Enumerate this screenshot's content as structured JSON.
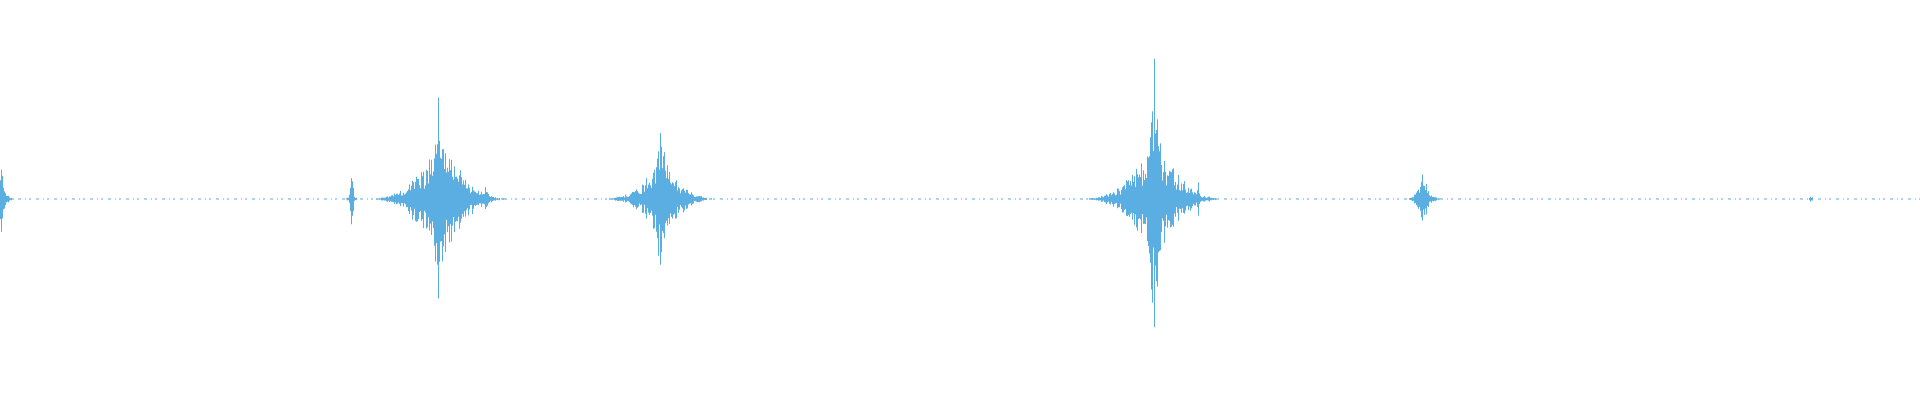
{
  "waveform": {
    "color": "#5aaee2",
    "normalized_amplitude_max": 1.0,
    "baseline_dashed": true,
    "peaks": [
      {
        "t": 0.0,
        "amp": 0.46,
        "spread": 0.004,
        "kind": "edge-burst"
      },
      {
        "t": 0.183,
        "amp": 0.42,
        "spread": 0.003,
        "kind": "click"
      },
      {
        "t": 0.229,
        "amp": 0.98,
        "spread": 0.012,
        "kind": "burst"
      },
      {
        "t": 0.253,
        "amp": 0.24,
        "spread": 0.004,
        "kind": "click"
      },
      {
        "t": 0.344,
        "amp": 0.62,
        "spread": 0.01,
        "kind": "burst"
      },
      {
        "t": 0.601,
        "amp": 1.0,
        "spread": 0.012,
        "kind": "burst"
      },
      {
        "t": 0.624,
        "amp": 0.2,
        "spread": 0.004,
        "kind": "click"
      },
      {
        "t": 0.741,
        "amp": 0.34,
        "spread": 0.01,
        "kind": "click"
      },
      {
        "t": 0.943,
        "amp": 0.04,
        "spread": 0.004,
        "kind": "tick"
      }
    ]
  }
}
